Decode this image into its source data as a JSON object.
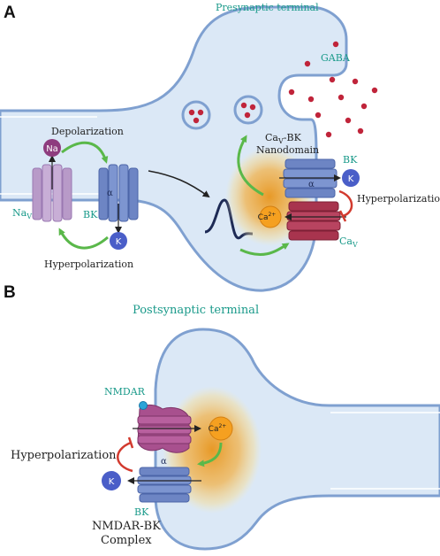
{
  "panel_a": {
    "letter": "A",
    "presynaptic_terminal": "Presynaptic terminal",
    "gaba": "GABA",
    "depolarization": "Depolarization",
    "hyperpolarization_left": "Hyperpolarization",
    "na_ion": "Na",
    "k_ion": "K",
    "na_channel_label": "Na",
    "na_channel_sub": "V",
    "bk_label": "BK",
    "alpha": "α",
    "nanodomain_line1_a": "Ca",
    "nanodomain_line1_sub": "V",
    "nanodomain_line1_b": "-BK",
    "nanodomain_line2": "Nanodomain",
    "bk_right_label": "BK",
    "k_ion_right": "K",
    "alpha_right": "α",
    "hyperpolarization_right": "Hyperpolarization",
    "ca_ion": "Ca",
    "ca_sup": "2+",
    "cav_label": "Ca",
    "cav_sub": "V"
  },
  "panel_b": {
    "letter": "B",
    "postsynaptic_terminal": "Postsynaptic terminal",
    "nmdar": "NMDAR",
    "ca_ion": "Ca",
    "ca_sup": "2+",
    "hyperpolarization": "Hyperpolarization",
    "k_ion": "K",
    "alpha": "α",
    "bk_label": "BK",
    "complex_line1": "NMDAR-BK",
    "complex_line2": "Complex"
  },
  "colors": {
    "membrane": "#7fa0d0",
    "cytoplasm": "#dbe8f6",
    "na_channel": "#b89ac8",
    "bk_channel": "#6d85c4",
    "cav_channel": "#a8344e",
    "nmdar": "#a8508e",
    "k_ion": "#4a5ec8",
    "na_ion": "#8e3c7e",
    "ca_ion": "#f5a020",
    "gaba_dot": "#c0243a",
    "green_arrow": "#5ab84a",
    "red_inhibit": "#d23a2e",
    "label_teal": "#1a9a8a"
  }
}
